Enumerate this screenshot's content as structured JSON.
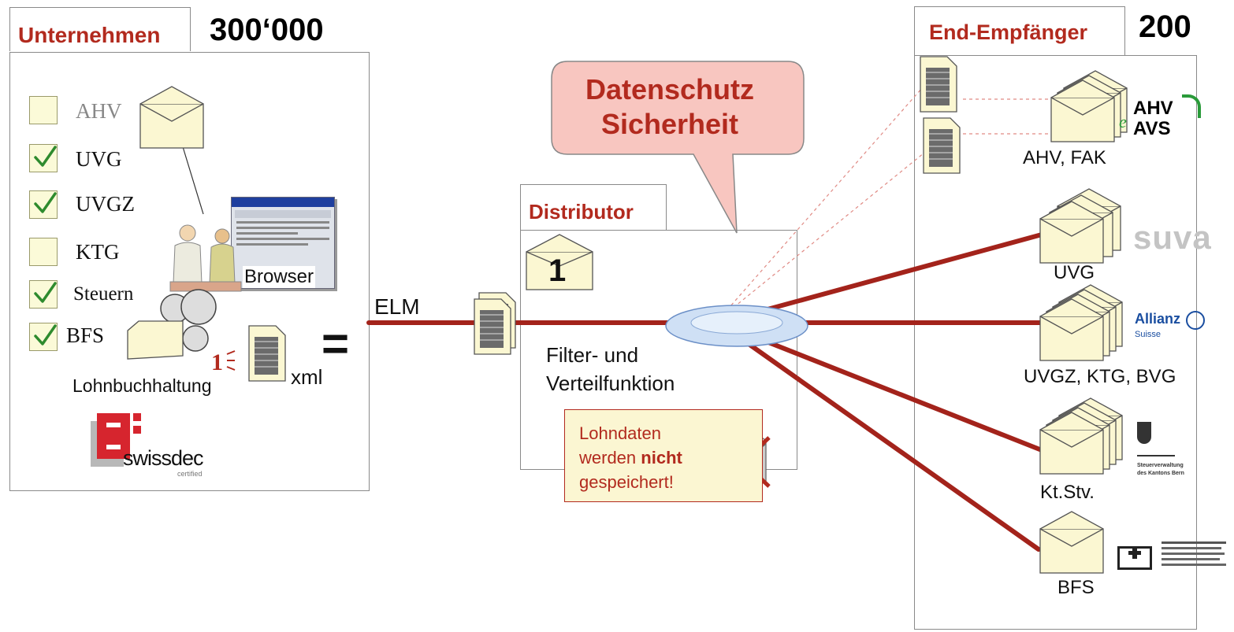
{
  "left_panel": {
    "tab_title": "Unternehmen",
    "count": "300‘000",
    "checklist": [
      {
        "label": "AHV",
        "checked": false
      },
      {
        "label": "UVG",
        "checked": true
      },
      {
        "label": "UVGZ",
        "checked": true
      },
      {
        "label": "KTG",
        "checked": false
      },
      {
        "label": "Steuern",
        "checked": true
      },
      {
        "label": "BFS",
        "checked": true
      }
    ],
    "browser_label": "Browser",
    "payroll_label": "Lohnbuchhaltung",
    "xml_label": "xml",
    "equals": "=",
    "swissdec_logo": "swissdec",
    "swissdec_sub": "certified"
  },
  "elm_label": "ELM",
  "speech_bubble": {
    "line1": "Datenschutz",
    "line2": "Sicherheit"
  },
  "distributor": {
    "tab_title": "Distributor",
    "number": "1",
    "function_line1": "Filter- und",
    "function_line2": "Verteilfunktion",
    "note_part1": "Lohndaten",
    "note_part2": "werden",
    "note_bold": "nicht",
    "note_part3": "gespeichert!"
  },
  "right_panel": {
    "tab_title": "End-Empfänger",
    "count": "200",
    "recipients": [
      {
        "label": "AHV, FAK",
        "logo_text_1": "AHV",
        "logo_text_2": "AVS"
      },
      {
        "label": "UVG",
        "logo_text_1": "suva"
      },
      {
        "label": "UVGZ, KTG, BVG",
        "logo_text_1": "Allianz",
        "logo_text_2": "Suisse"
      },
      {
        "label": "Kt.Stv.",
        "logo_text_1": "Steuerverwaltung",
        "logo_text_2": "des Kantons Bern"
      },
      {
        "label": "BFS"
      }
    ]
  },
  "colors": {
    "accent_red": "#b22a1e",
    "line_red": "#a3231b",
    "bubble_fill": "#f8c6c0",
    "envelope_fill": "#fbf7d2",
    "check_green": "#2e8b2e"
  }
}
